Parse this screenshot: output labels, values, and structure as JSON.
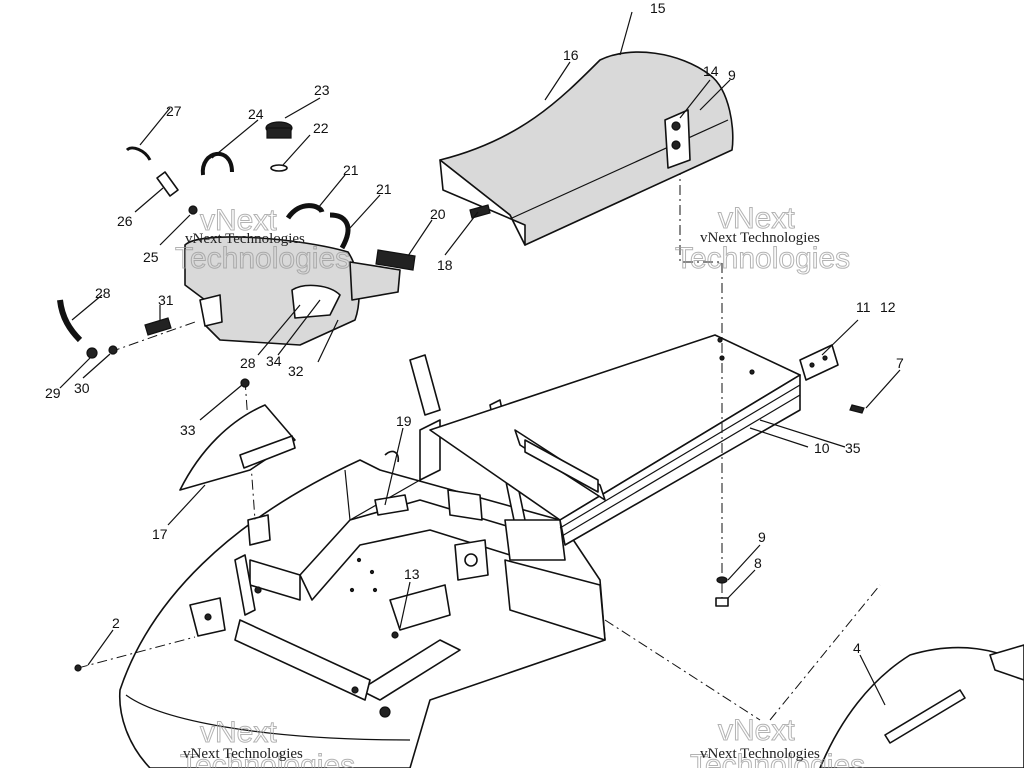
{
  "watermarks": [
    {
      "id": "wm1",
      "big": "vNext",
      "big2": "Technologies",
      "small": "vNext Technologies"
    },
    {
      "id": "wm2",
      "big": "vNext",
      "big2": "Technologies",
      "small": "vNext Technologies"
    },
    {
      "id": "wm3",
      "big": "vNext",
      "big2": "Technologies",
      "small": "vNext Technologies"
    },
    {
      "id": "wm4",
      "big": "vNext",
      "big2": "Technologies",
      "small": "vNext Technologies"
    }
  ],
  "callouts": {
    "c2": "2",
    "c4": "4",
    "c7": "7",
    "c8": "8",
    "c9a": "9",
    "c9b": "9",
    "c10": "10",
    "c11": "11",
    "c12": "12",
    "c13": "13",
    "c14": "14",
    "c15": "15",
    "c16": "16",
    "c17": "17",
    "c18": "18",
    "c19": "19",
    "c20": "20",
    "c21a": "21",
    "c21b": "21",
    "c22": "22",
    "c23": "23",
    "c24": "24",
    "c25": "25",
    "c26": "26",
    "c27": "27",
    "c28a": "28",
    "c28b": "28",
    "c29": "29",
    "c30": "30",
    "c31": "31",
    "c32": "32",
    "c33": "33",
    "c34": "34",
    "c35": "35"
  }
}
